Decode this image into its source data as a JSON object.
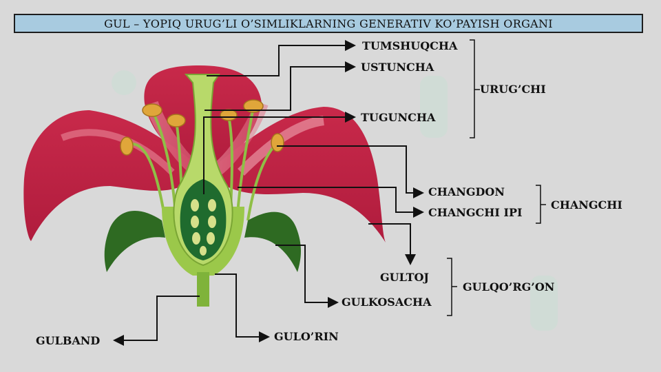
{
  "title": "GUL – YOPIQ URUG’LI O’SIMLIKLARNING GENERATIV KO’PAYISH ORGANI",
  "labels": {
    "tumshuqcha": "TUMSHUQCHA",
    "ustuncha": "USTUNCHA",
    "tuguncha": "TUGUNCHA",
    "urugchi": "URUG’CHI",
    "changdon": "CHANGDON",
    "changchi_ipi": "CHANGCHI IPI",
    "changchi": "CHANGCHI",
    "gultoj": "GULTOJ",
    "gulkosacha": "GULKOSACHA",
    "gulqorgon": "GULQO’RG’ON",
    "gulband": "GULBAND",
    "gulorin": "GULO’RIN"
  },
  "colors": {
    "petal": "#c8294a",
    "petal_light": "#e87a8c",
    "sepal": "#3f7a2a",
    "receptacle": "#9bc84a",
    "ovary": "#1f6b2e",
    "anther": "#e0a63a",
    "title_bg": "#a8cbe0"
  }
}
